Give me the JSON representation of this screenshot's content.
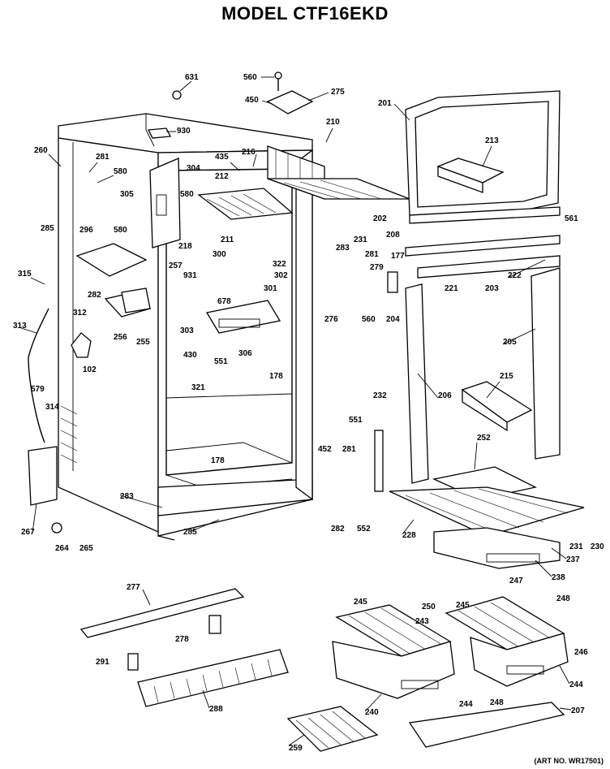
{
  "title": "MODEL CTF16EKD",
  "art_no": "(ART NO. WR17501)",
  "labels": {
    "p631": "631",
    "p560a": "560",
    "p275": "275",
    "p450": "450",
    "p201a": "201",
    "p930": "930",
    "p260": "260",
    "p281a": "281",
    "p580a": "580",
    "p210": "210",
    "p435": "435",
    "p216": "216",
    "p213": "213",
    "p304": "304",
    "p212": "212",
    "p305": "305",
    "p580b": "580",
    "p285a": "285",
    "p296": "296",
    "p580c": "580",
    "p218": "218",
    "p211": "211",
    "p322": "322",
    "p202": "202",
    "p231a": "231",
    "p208": "208",
    "p561": "561",
    "p283a": "283",
    "p281b": "281",
    "p279": "279",
    "p177": "177",
    "p222": "222",
    "p221": "221",
    "p203": "203",
    "p315": "315",
    "p257": "257",
    "p300": "300",
    "p302": "302",
    "p931": "931",
    "p301": "301",
    "p678": "678",
    "p282a": "282",
    "p312": "312",
    "p313": "313",
    "p276": "276",
    "p560d": "560",
    "p204": "204",
    "p256": "256",
    "p255": "255",
    "p303": "303",
    "p306": "306",
    "p205": "205",
    "p102": "102",
    "p430": "430",
    "p551a": "551",
    "p178a": "178",
    "p579": "579",
    "p321": "321",
    "p314": "314",
    "p206": "206",
    "p215": "215",
    "p232": "232",
    "p551b": "551",
    "p252": "252",
    "p452": "452",
    "p281c": "281",
    "p178b": "178",
    "p267": "267",
    "p283b": "283",
    "p285b": "285",
    "p282b": "282",
    "p552": "552",
    "p228": "228",
    "p231b": "231",
    "p230": "230",
    "p264": "264",
    "p265": "265",
    "p237": "237",
    "p238": "238",
    "p277": "277",
    "p245a": "245",
    "p247": "247",
    "p278": "278",
    "p245b": "245",
    "p250": "250",
    "p248a": "248",
    "p243": "243",
    "p246": "246",
    "p291": "291",
    "p244a": "244",
    "p244b": "244",
    "p248b": "248",
    "p288": "288",
    "p240": "240",
    "p207": "207",
    "p259": "259"
  }
}
